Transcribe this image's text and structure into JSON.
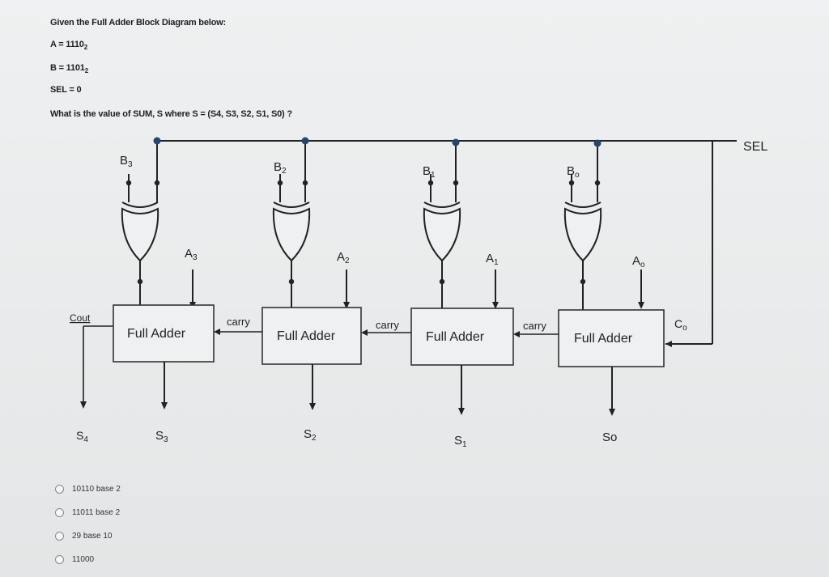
{
  "question": {
    "intro": "Given the Full Adder Block Diagram below:",
    "a_label": "A = 1110",
    "a_base": "2",
    "b_label": "B = 1101",
    "b_base": "2",
    "sel": "SEL = 0",
    "prompt": "What is the value of SUM, S where S = (S4, S3, S2, S1, S0) ?"
  },
  "diagram": {
    "sel_label": "SEL",
    "cout_label": "Cout",
    "c0_label": "C",
    "c0_sub": "o",
    "carry_label": "carry",
    "adder_label": "Full Adder",
    "stages": [
      {
        "b": "B",
        "b_sub": "3",
        "a": "A",
        "a_sub": "3",
        "s": "S",
        "s_sub": "3"
      },
      {
        "b": "B",
        "b_sub": "2",
        "a": "A",
        "a_sub": "2",
        "s": "S",
        "s_sub": "2"
      },
      {
        "b": "B",
        "b_sub": "1",
        "a": "A",
        "a_sub": "1",
        "s": "S",
        "s_sub": "1"
      },
      {
        "b": "B",
        "b_sub": "o",
        "a": "A",
        "a_sub": "o",
        "s": "So",
        "s_sub": ""
      }
    ],
    "s4": {
      "s": "S",
      "sub": "4"
    }
  },
  "options": [
    {
      "label": "10110 base 2"
    },
    {
      "label": "11011 base 2"
    },
    {
      "label": "29 base 10"
    },
    {
      "label": "11000"
    }
  ]
}
